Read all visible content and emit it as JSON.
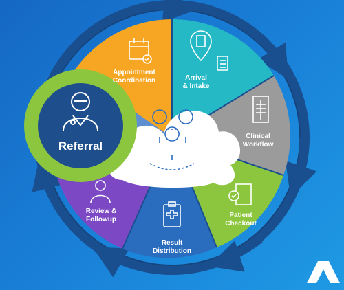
{
  "segments": [
    {
      "label": "Appointment\nCoordination",
      "color": "#f6a623",
      "icon": "calendar-icon"
    },
    {
      "label": "Arrival\n& Intake",
      "color": "#25b9c6",
      "icon": "building-location-icon"
    },
    {
      "label": "Clinical\nWorkflow",
      "color": "#9b9b9b",
      "icon": "xray-icon"
    },
    {
      "label": "Patient\nCheckout",
      "color": "#8cc63f",
      "icon": "exit-door-icon"
    },
    {
      "label": "Result\nDistribution",
      "color": "#2a6dbf",
      "icon": "clipboard-medical-icon"
    },
    {
      "label": "Review &\nFollowup",
      "color": "#7d48c4",
      "icon": "doctor-small-icon"
    }
  ],
  "referral": {
    "label": "Referral",
    "icon": "doctor-icon"
  },
  "center": {
    "icon": "cloud-network-icon"
  },
  "logo": {
    "icon": "brand-logo-icon"
  },
  "colors": {
    "ring": "#1a4f8f",
    "background": "#1a7fd6",
    "referral_ring": "#8cc63f",
    "referral_fill": "#1e4f8c"
  }
}
